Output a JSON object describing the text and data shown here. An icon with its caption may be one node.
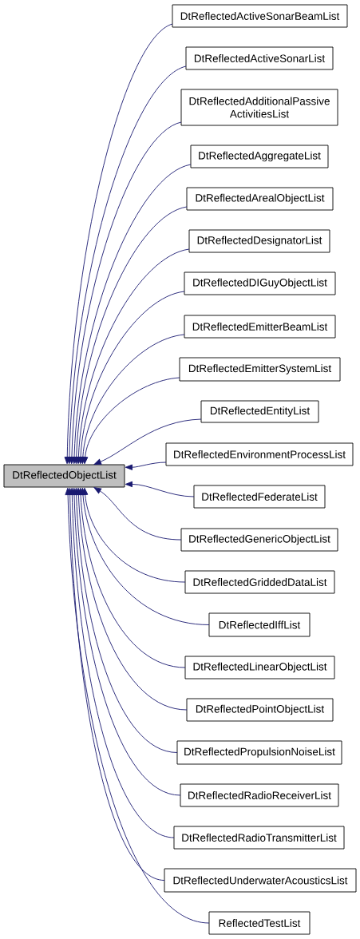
{
  "diagram": {
    "nodes": [
      {
        "text": [
          "DtReflectedObjectList"
        ]
      },
      {
        "text": [
          "DtReflectedActiveSonarBeamList"
        ]
      },
      {
        "text": [
          "DtReflectedActiveSonarList"
        ]
      },
      {
        "text": [
          "DtReflectedAdditionalPassive ActivitiesList"
        ]
      },
      {
        "text": [
          "DtReflectedAggregateList"
        ]
      },
      {
        "text": [
          "DtReflectedArealObjectList"
        ]
      },
      {
        "text": [
          "DtReflectedDesignatorList"
        ]
      },
      {
        "text": [
          "DtReflectedDIGuyObjectList"
        ]
      },
      {
        "text": [
          "DtReflectedEmitterBeamList"
        ]
      },
      {
        "text": [
          "DtReflectedEmitterSystemList"
        ]
      },
      {
        "text": [
          "DtReflectedEntityList"
        ]
      },
      {
        "text": [
          "DtReflectedEnvironmentProcessList"
        ]
      },
      {
        "text": [
          "DtReflectedFederateList"
        ]
      },
      {
        "text": [
          "DtReflectedGenericObjectList"
        ]
      },
      {
        "text": [
          "DtReflectedGriddedDataList"
        ]
      },
      {
        "text": [
          "DtReflectedIffList"
        ]
      },
      {
        "text": [
          "DtReflectedLinearObjectList"
        ]
      },
      {
        "text": [
          "DtReflectedPointObjectList"
        ]
      },
      {
        "text": [
          "DtReflectedPropulsionNoiseList"
        ]
      },
      {
        "text": [
          "DtReflectedRadioReceiverList"
        ]
      },
      {
        "text": [
          "DtReflectedRadioTransmitterList"
        ]
      },
      {
        "text": [
          "DtReflectedUnderwaterAcousticsList"
        ]
      },
      {
        "text": [
          "ReflectedTestList"
        ]
      }
    ],
    "edges": [
      {
        "from": 1,
        "to": 0,
        "arrow": "to"
      },
      {
        "from": 2,
        "to": 0,
        "arrow": "to"
      },
      {
        "from": 3,
        "to": 0,
        "arrow": "to"
      },
      {
        "from": 4,
        "to": 0,
        "arrow": "to"
      },
      {
        "from": 5,
        "to": 0,
        "arrow": "to"
      },
      {
        "from": 6,
        "to": 0,
        "arrow": "to"
      },
      {
        "from": 7,
        "to": 0,
        "arrow": "to"
      },
      {
        "from": 8,
        "to": 0,
        "arrow": "to"
      },
      {
        "from": 9,
        "to": 0,
        "arrow": "to"
      },
      {
        "from": 10,
        "to": 0,
        "arrow": "to"
      },
      {
        "from": 11,
        "to": 0,
        "arrow": "to"
      },
      {
        "from": 12,
        "to": 0,
        "arrow": "to"
      },
      {
        "from": 13,
        "to": 0,
        "arrow": "to"
      },
      {
        "from": 14,
        "to": 0,
        "arrow": "to"
      },
      {
        "from": 15,
        "to": 0,
        "arrow": "to"
      },
      {
        "from": 16,
        "to": 0,
        "arrow": "to"
      },
      {
        "from": 17,
        "to": 0,
        "arrow": "to"
      },
      {
        "from": 18,
        "to": 0,
        "arrow": "to"
      },
      {
        "from": 19,
        "to": 0,
        "arrow": "to"
      },
      {
        "from": 20,
        "to": 0,
        "arrow": "to"
      },
      {
        "from": 21,
        "to": 0,
        "arrow": "to"
      },
      {
        "from": 22,
        "to": 0,
        "arrow": "to"
      }
    ]
  }
}
